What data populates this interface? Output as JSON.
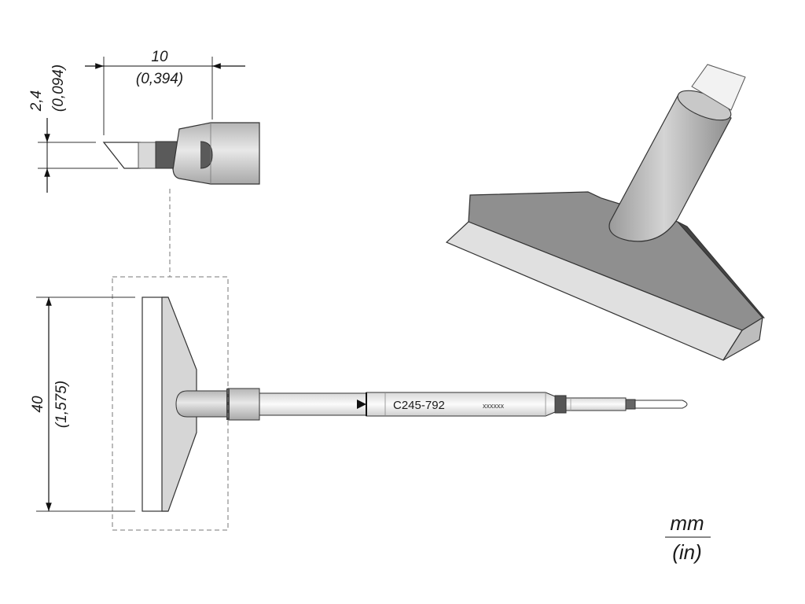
{
  "dimensions": {
    "length_top": {
      "mm": "10",
      "in": "(0,394)"
    },
    "thickness": {
      "mm": "2,4",
      "in": "(0,094)"
    },
    "width": {
      "mm": "40",
      "in": "(1,575)"
    }
  },
  "part": {
    "code": "C245-792",
    "marking": "xxxxxx"
  },
  "units": {
    "primary": "mm",
    "secondary": "(in)"
  }
}
